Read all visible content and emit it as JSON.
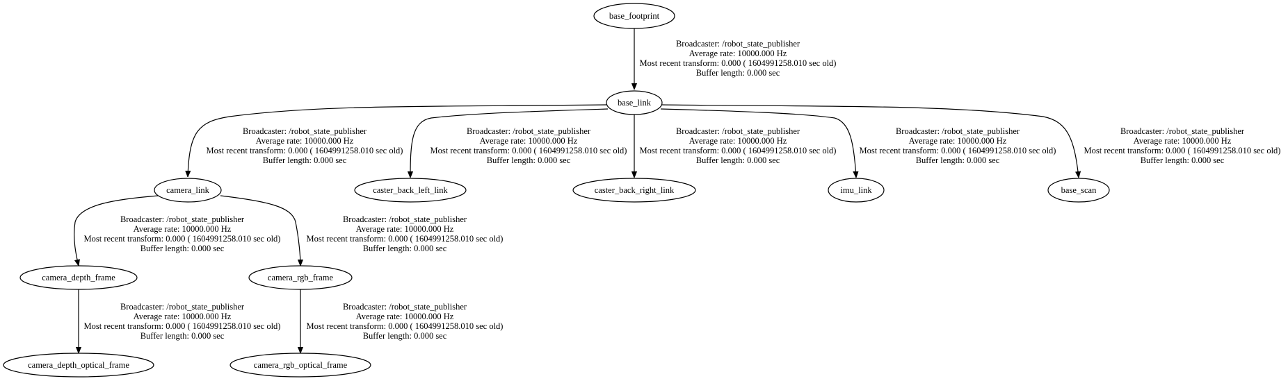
{
  "nodes": {
    "base_footprint": "base_footprint",
    "base_link": "base_link",
    "camera_link": "camera_link",
    "caster_back_left_link": "caster_back_left_link",
    "caster_back_right_link": "caster_back_right_link",
    "imu_link": "imu_link",
    "base_scan": "base_scan",
    "camera_depth_frame": "camera_depth_frame",
    "camera_rgb_frame": "camera_rgb_frame",
    "camera_depth_optical_frame": "camera_depth_optical_frame",
    "camera_rgb_optical_frame": "camera_rgb_optical_frame"
  },
  "edge_label": {
    "broadcaster": "Broadcaster: /robot_state_publisher",
    "rate": "Average rate: 10000.000 Hz",
    "recent": "Most recent transform: 0.000 ( 1604991258.010 sec old)",
    "buffer": "Buffer length: 0.000 sec"
  },
  "edges": [
    {
      "from": "base_footprint",
      "to": "base_link"
    },
    {
      "from": "base_link",
      "to": "camera_link"
    },
    {
      "from": "base_link",
      "to": "caster_back_left_link"
    },
    {
      "from": "base_link",
      "to": "caster_back_right_link"
    },
    {
      "from": "base_link",
      "to": "imu_link"
    },
    {
      "from": "base_link",
      "to": "base_scan"
    },
    {
      "from": "camera_link",
      "to": "camera_depth_frame"
    },
    {
      "from": "camera_link",
      "to": "camera_rgb_frame"
    },
    {
      "from": "camera_depth_frame",
      "to": "camera_depth_optical_frame"
    },
    {
      "from": "camera_rgb_frame",
      "to": "camera_rgb_optical_frame"
    }
  ]
}
